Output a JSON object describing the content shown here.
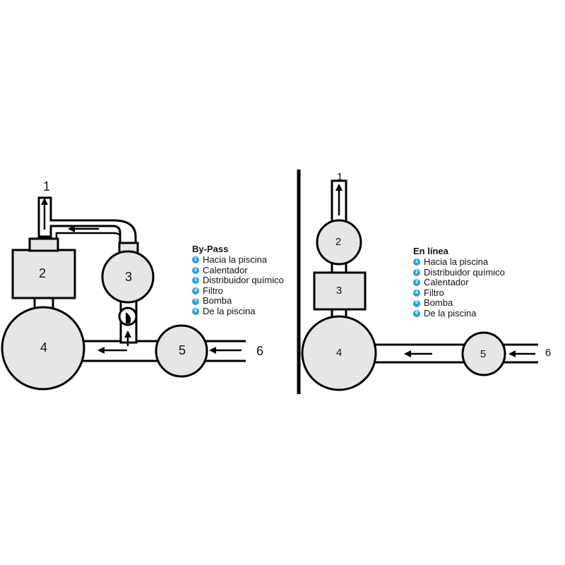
{
  "bypass": {
    "title": "By-Pass",
    "labels": {
      "out": "1",
      "c2": "2",
      "c3": "3",
      "c4": "4",
      "c5": "5",
      "in": "6"
    },
    "legend": [
      {
        "num": "1",
        "text": "Hacia la piscina"
      },
      {
        "num": "2",
        "text": "Calentador"
      },
      {
        "num": "3",
        "text": "Distribuidor químico"
      },
      {
        "num": "4",
        "text": "Filtro"
      },
      {
        "num": "5",
        "text": "Bomba"
      },
      {
        "num": "6",
        "text": "De la piscina"
      }
    ]
  },
  "inline": {
    "title": "En línea",
    "labels": {
      "out": "1",
      "c2": "2",
      "c3": "3",
      "c4": "4",
      "c5": "5",
      "in": "6"
    },
    "legend": [
      {
        "num": "1",
        "text": "Hacia la piscina"
      },
      {
        "num": "2",
        "text": "Distribuidor químico"
      },
      {
        "num": "3",
        "text": "Calentador"
      },
      {
        "num": "4",
        "text": "Filtro"
      },
      {
        "num": "5",
        "text": "Bomba"
      },
      {
        "num": "6",
        "text": "De la piscina"
      }
    ]
  },
  "colors": {
    "component_fill": "#e6e6e6",
    "legend_badge": "#2a9fd6"
  }
}
